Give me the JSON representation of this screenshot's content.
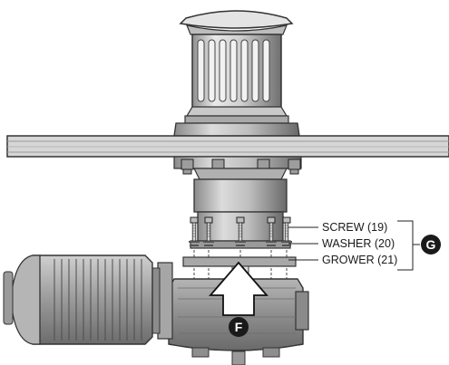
{
  "callouts": {
    "screw": "SCREW (19)",
    "washer": "WASHER (20)",
    "grower": "GROWER (21)"
  },
  "badges": {
    "group": "G",
    "force": "F"
  },
  "colors": {
    "metal_light": "#e6e6e6",
    "metal_mid": "#b9b9b9",
    "metal_dark": "#7d7d7d",
    "deck": "#d9d9d9",
    "outline": "#333333",
    "badge": "#1a1a1a"
  }
}
